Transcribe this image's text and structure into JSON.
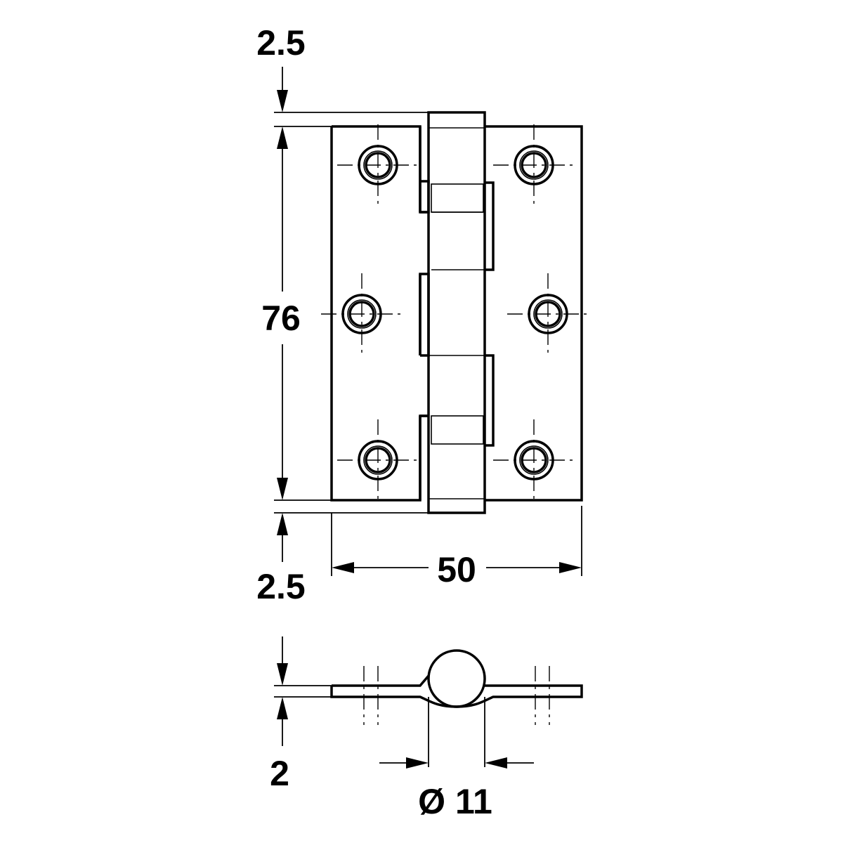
{
  "dimensions": {
    "top_leaf_offset": "2.5",
    "height": "76",
    "bottom_leaf_offset": "2.5",
    "width": "50",
    "thickness": "2",
    "knuckle_diameter": "Ø 11"
  },
  "units_note": ""
}
